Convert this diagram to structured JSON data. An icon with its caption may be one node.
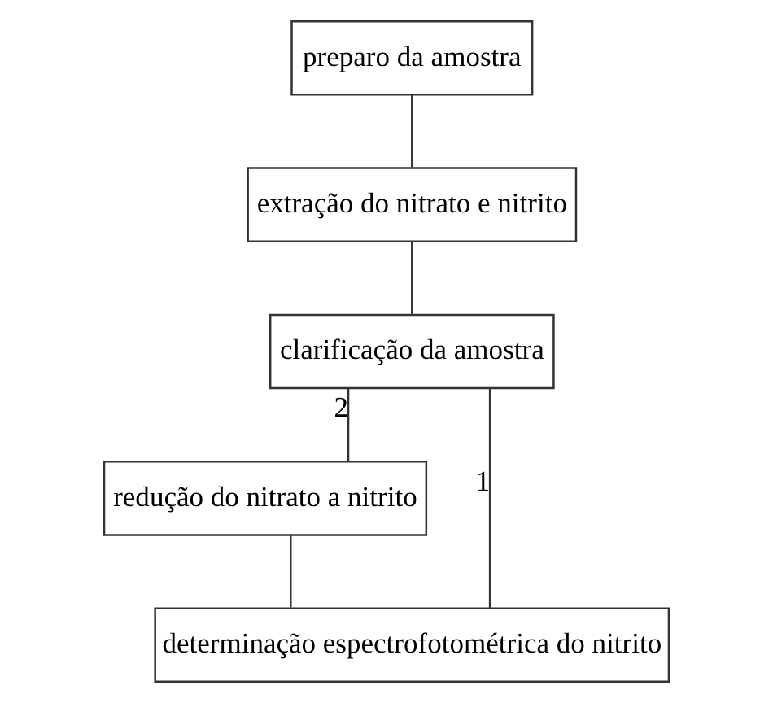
{
  "diagram": {
    "nodes": [
      {
        "text": [
          "preparo da amostra"
        ]
      },
      {
        "text": [
          "extração do nitrato e nitrito"
        ]
      },
      {
        "text": [
          "clarificação da amostra"
        ]
      },
      {
        "text": [
          "redução do nitrato a nitrito"
        ]
      },
      {
        "text": [
          "determinação espectrofotométrica do nitrito"
        ]
      }
    ],
    "edges": [
      {
        "from": 0,
        "to": 1,
        "arrow": "none"
      },
      {
        "from": 1,
        "to": 2,
        "arrow": "none"
      },
      {
        "from": 2,
        "to": 3,
        "arrow": "none",
        "label": "2"
      },
      {
        "from": 2,
        "to": 4,
        "arrow": "none",
        "label": "1"
      },
      {
        "from": 3,
        "to": 4,
        "arrow": "none"
      }
    ]
  }
}
